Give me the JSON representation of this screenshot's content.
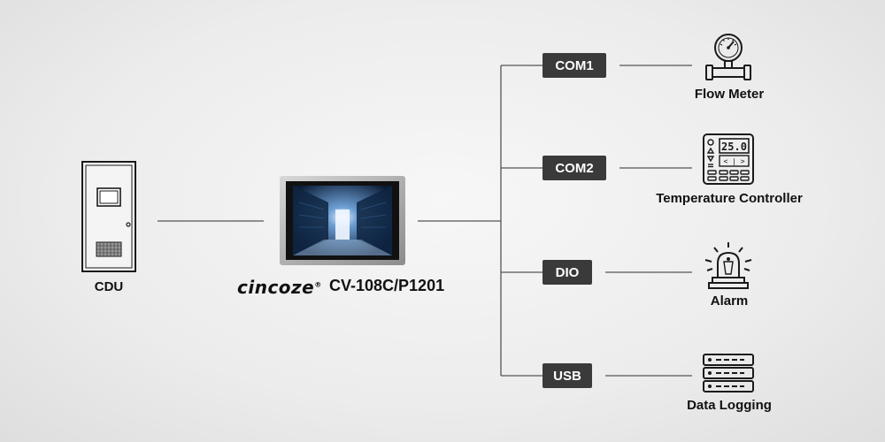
{
  "cdu": {
    "label": "CDU"
  },
  "panel_pc": {
    "brand": "cincoze",
    "brand_mark": "®",
    "model": "CV-108C/P1201"
  },
  "ports": [
    {
      "name": "COM1",
      "device": "Flow Meter",
      "icon": "flow-meter-icon"
    },
    {
      "name": "COM2",
      "device": "Temperature Controller",
      "icon": "temperature-controller-icon"
    },
    {
      "name": "DIO",
      "device": "Alarm",
      "icon": "alarm-icon"
    },
    {
      "name": "USB",
      "device": "Data Logging",
      "icon": "data-logging-icon"
    }
  ],
  "temperature_display": "25.0",
  "colors": {
    "port_bg": "#3a3a3a",
    "line": "#555555",
    "background": "#ececec"
  }
}
